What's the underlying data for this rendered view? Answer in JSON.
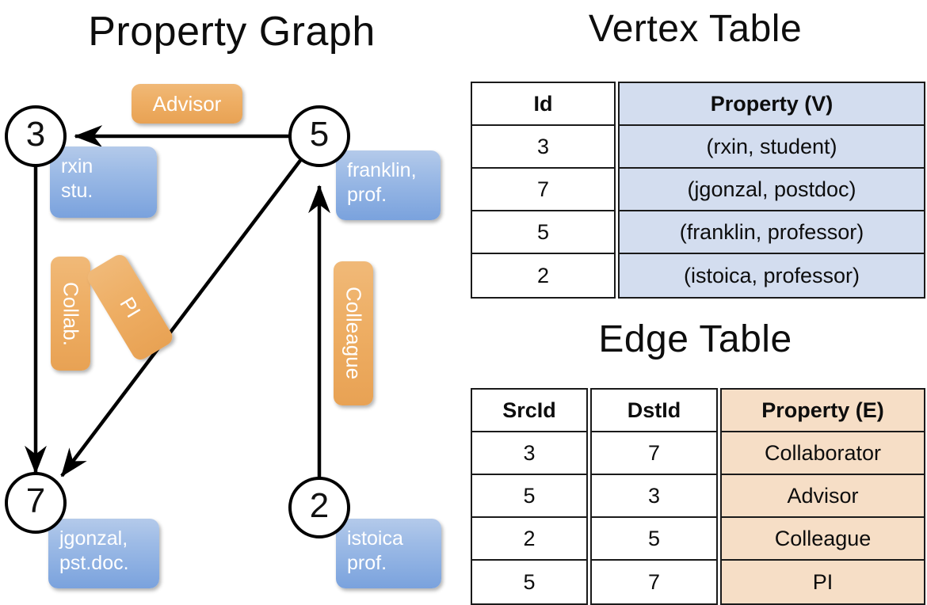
{
  "titles": {
    "property_graph": "Property Graph",
    "vertex_table": "Vertex Table",
    "edge_table": "Edge Table"
  },
  "colors": {
    "vertex_fill": "#d3ddef",
    "edge_fill": "#f6dec6",
    "node_blue": "#7aa2dd",
    "label_orange": "#eeae64",
    "stroke": "#000000"
  },
  "graph": {
    "nodes": [
      {
        "id": "3",
        "property": "rxin\nstu."
      },
      {
        "id": "5",
        "property": "franklin,\nprof."
      },
      {
        "id": "7",
        "property": "jgonzal,\npst.doc."
      },
      {
        "id": "2",
        "property": "istoica\nprof."
      }
    ],
    "node_labels": {
      "n3": "3",
      "n5": "5",
      "n7": "7",
      "n2": "2"
    },
    "property_labels": {
      "rxin_line1": "rxin",
      "rxin_line2": "stu.",
      "franklin_line1": "franklin,",
      "franklin_line2": "prof.",
      "jgonzal_line1": "jgonzal,",
      "jgonzal_line2": "pst.doc.",
      "istoica_line1": "istoica",
      "istoica_line2": "prof."
    },
    "edge_labels": {
      "advisor": "Advisor",
      "collab": "Collab.",
      "pi": "PI",
      "colleague": "Colleague"
    },
    "edges": [
      {
        "src": "5",
        "dst": "3",
        "label": "Advisor"
      },
      {
        "src": "3",
        "dst": "7",
        "label": "Collab."
      },
      {
        "src": "5",
        "dst": "7",
        "label": "PI"
      },
      {
        "src": "2",
        "dst": "5",
        "label": "Colleague"
      }
    ]
  },
  "vertex_table": {
    "headers": [
      "Id",
      "Property (V)"
    ],
    "rows": [
      {
        "id": "3",
        "property": "(rxin, student)"
      },
      {
        "id": "7",
        "property": "(jgonzal, postdoc)"
      },
      {
        "id": "5",
        "property": "(franklin, professor)"
      },
      {
        "id": "2",
        "property": "(istoica, professor)"
      }
    ]
  },
  "edge_table": {
    "headers": [
      "SrcId",
      "DstId",
      "Property (E)"
    ],
    "rows": [
      {
        "src": "3",
        "dst": "7",
        "property": "Collaborator"
      },
      {
        "src": "5",
        "dst": "3",
        "property": "Advisor"
      },
      {
        "src": "2",
        "dst": "5",
        "property": "Colleague"
      },
      {
        "src": "5",
        "dst": "7",
        "property": "PI"
      }
    ]
  }
}
